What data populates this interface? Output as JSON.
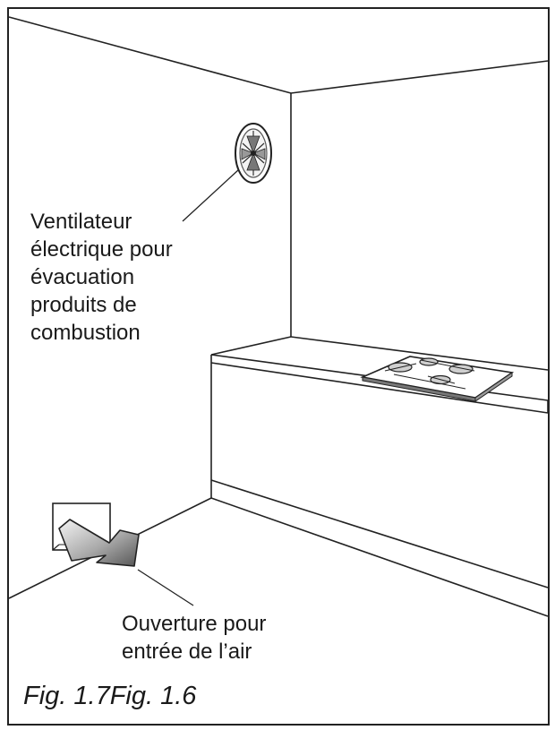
{
  "fan_label": {
    "lines": [
      "Ventilateur",
      "électrique pour",
      "évacuation",
      "produits de",
      "combustion"
    ]
  },
  "air_label": {
    "lines": [
      "Ouverture pour",
      "entrée de l’air"
    ]
  },
  "caption": "Fig. 1.7Fig. 1.6",
  "icons": [
    "electric-fan-icon",
    "air-inlet-arrow-icon",
    "gas-hob-icon"
  ]
}
